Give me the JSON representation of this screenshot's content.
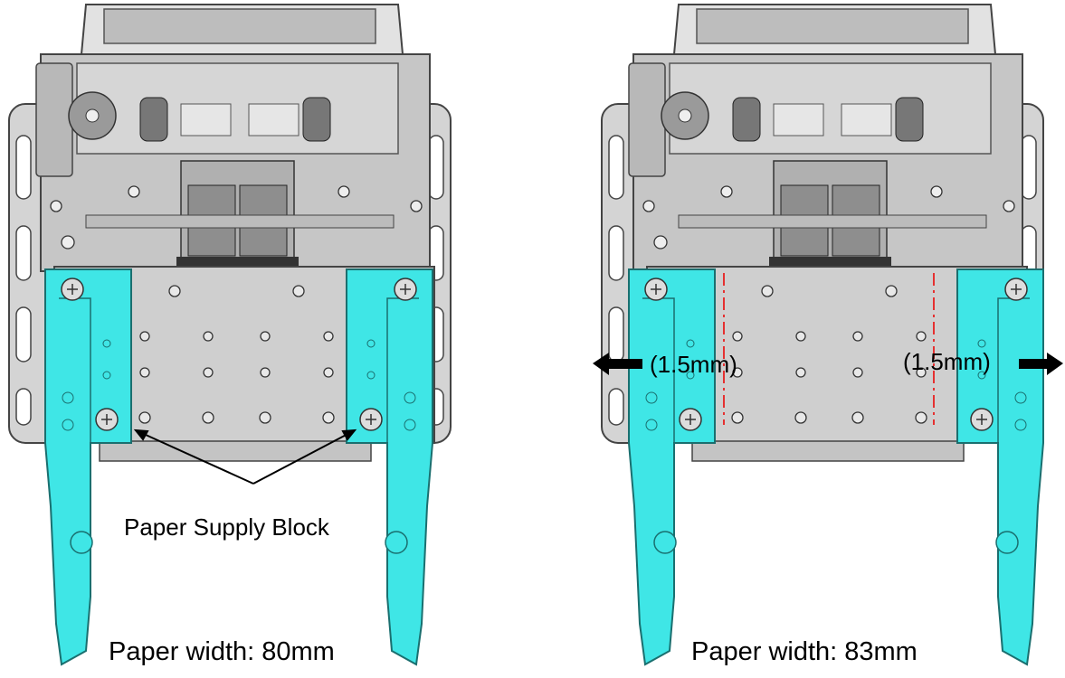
{
  "diagram": {
    "left_panel": {
      "callout_label": "Paper Supply Block",
      "caption": "Paper width: 80mm"
    },
    "right_panel": {
      "offset_left_label": "(1.5mm)",
      "offset_right_label": "(1.5mm)",
      "caption": "Paper width: 83mm"
    },
    "colors": {
      "supply_block": "#3fe6e6",
      "frame_gray": "#c9c9c9",
      "frame_stroke": "#444444",
      "dashed_guide": "#e53030",
      "arrow": "#000000"
    }
  }
}
